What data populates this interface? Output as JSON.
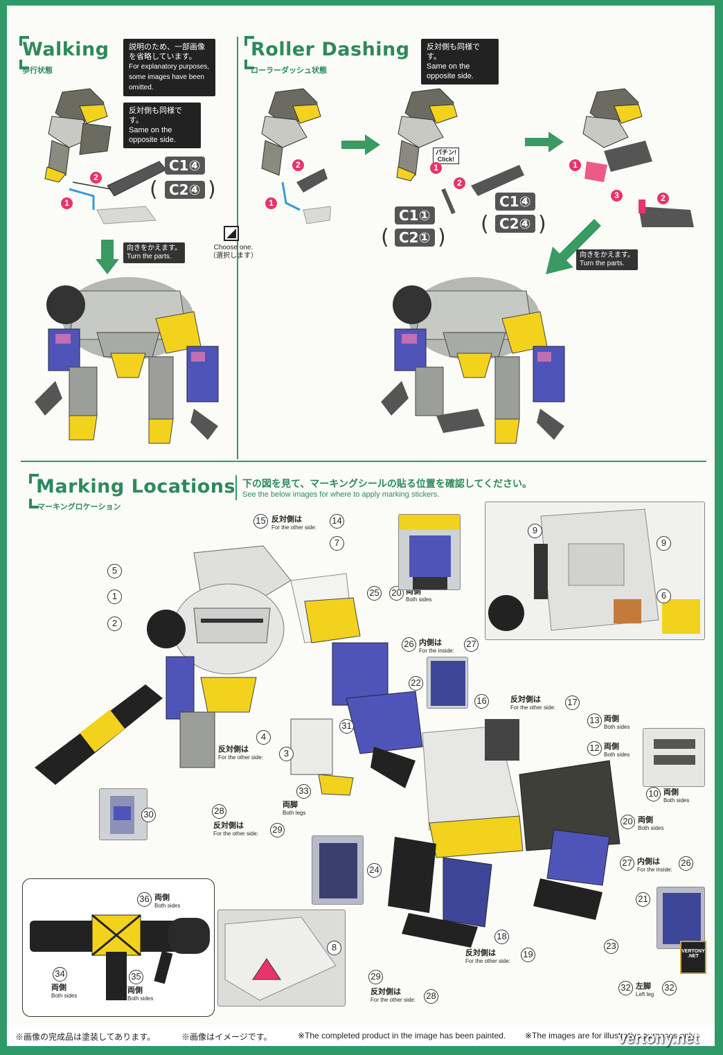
{
  "walking": {
    "title": "Walking",
    "subtitle": "歩行状態",
    "note1_jp": "説明のため、一部画像を省略しています。",
    "note1_en": "For explanatory purposes, some images have been omitted.",
    "note2_jp": "反対側も同様です。",
    "note2_en": "Same on the opposite side.",
    "part_a": "C1④",
    "part_b": "C2④",
    "turn_jp": "向きをかえます。",
    "turn_en": "Turn the parts."
  },
  "choose": {
    "en": "Choose one.",
    "jp": "（選択します）"
  },
  "roller": {
    "title": "Roller Dashing",
    "subtitle": "ローラーダッシュ状態",
    "note_jp": "反対側も同様です。",
    "note_en": "Same on the opposite side.",
    "click_jp": "パチン!",
    "click_en": "Click!",
    "part_a": "C1①",
    "part_b": "C2①",
    "part_c": "C1④",
    "part_d": "C2④",
    "turn_jp": "向きをかえます。",
    "turn_en": "Turn the parts."
  },
  "marking": {
    "title": "Marking Locations",
    "subtitle": "マーキングロケーション",
    "desc_jp": "下の図を見て、マーキングシールの貼る位置を確認してください。",
    "desc_en": "See the below images for where to apply marking stickers."
  },
  "labels": {
    "other_jp": "反対側は",
    "other_en": "For the other side:",
    "both_jp": "両側",
    "both_en": "Both sides",
    "inside_jp": "内側は",
    "inside_en": "For the inside:",
    "legs_jp": "両脚",
    "legs_en": "Both legs",
    "leftleg_jp": "左脚",
    "leftleg_en": "Left leg"
  },
  "sticker_numbers": [
    "1",
    "2",
    "3",
    "4",
    "5",
    "6",
    "7",
    "8",
    "9",
    "10",
    "12",
    "13",
    "14",
    "15",
    "16",
    "17",
    "19",
    "20",
    "21",
    "22",
    "23",
    "24",
    "25",
    "26",
    "27",
    "28",
    "29",
    "30",
    "31",
    "32",
    "33",
    "34",
    "35",
    "36"
  ],
  "footer": {
    "jp1": "※画像の完成品は塗装してあります。",
    "jp2": "※画像はイメージです。",
    "en1": "※The completed product in the image has been painted.",
    "en2": "※The images are for illustrative purposes only.",
    "watermark": "vertony.net"
  },
  "badge": {
    "line1": "VERTONY",
    "line2": ".NET"
  },
  "colors": {
    "green": "#2d8a5a",
    "pink": "#e8336b",
    "yellow": "#f2d21d",
    "purple": "#4f55b8"
  }
}
